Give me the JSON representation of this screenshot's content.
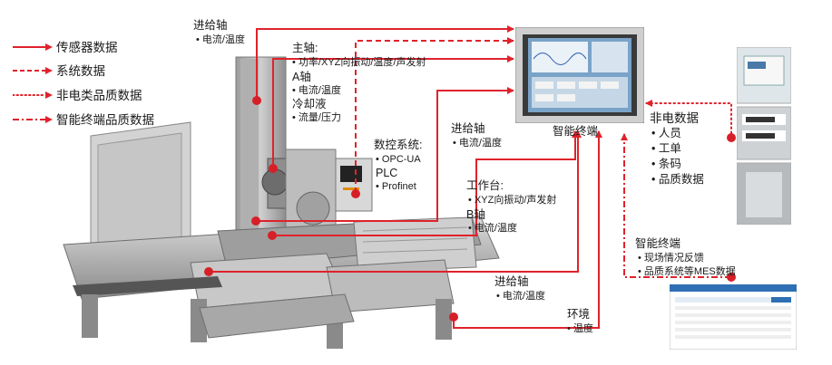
{
  "legend": [
    {
      "label": "传感器数据",
      "style": "solid"
    },
    {
      "label": "系统数据",
      "style": "dashed"
    },
    {
      "label": "非电类品质数据",
      "style": "dotted"
    },
    {
      "label": "智能终端品质数据",
      "style": "dashdot"
    }
  ],
  "labels": {
    "feed_axis_top": {
      "title": "进给轴",
      "items": [
        "电流/温度"
      ]
    },
    "spindle": {
      "title": "主轴:",
      "items": [
        "功率/XYZ向振动/温度/声发射"
      ]
    },
    "a_axis": {
      "title": "A轴",
      "items": [
        "电流/温度"
      ]
    },
    "coolant": {
      "title": "冷却液",
      "items": [
        "流量/压力"
      ]
    },
    "cnc": {
      "title": "数控系统:",
      "items": [
        "OPC-UA"
      ]
    },
    "plc": {
      "title": "PLC",
      "items": [
        "Profinet"
      ]
    },
    "feed_axis_mid": {
      "title": "进给轴",
      "items": [
        "电流/温度"
      ]
    },
    "worktable": {
      "title": "工作台:",
      "items": [
        "XYZ向振动/声发射"
      ]
    },
    "b_axis": {
      "title": "B轴",
      "items": [
        "电流/温度"
      ]
    },
    "feed_axis_bottom": {
      "title": "进给轴",
      "items": [
        "电流/温度"
      ]
    },
    "environment": {
      "title": "环境",
      "items": [
        "温度"
      ]
    },
    "terminal": {
      "title": "智能终端"
    },
    "non_electric": {
      "title": "非电数据",
      "items": [
        "人员",
        "工单",
        "条码",
        "品质数据"
      ]
    },
    "smart_terminal": {
      "title": "智能终端",
      "items": [
        "现场情况反馈",
        "品质系统等MES数据"
      ]
    }
  },
  "colors": {
    "arrow": "#e0222b",
    "accent_red": "#d71f27",
    "machine_gray": "#b9b9b9"
  }
}
